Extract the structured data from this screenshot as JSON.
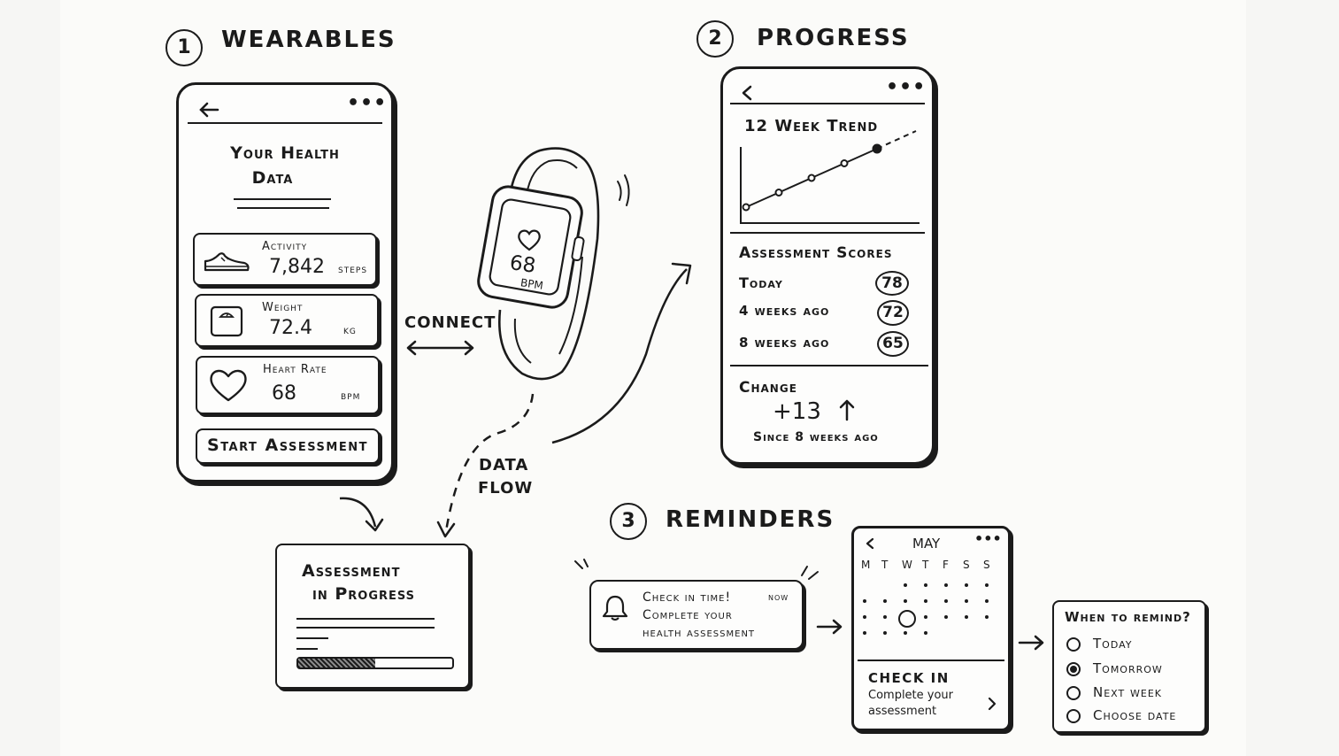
{
  "sections": {
    "wearables": {
      "number": "1",
      "title": "WEARABLES"
    },
    "progress": {
      "number": "2",
      "title": "PROGRESS"
    },
    "reminders": {
      "number": "3",
      "title": "REMINDERS"
    }
  },
  "health_phone": {
    "back_icon": "arrow-left-icon",
    "more_icon": "more-dots-icon",
    "title_line1": "Your Health",
    "title_line2": "Data",
    "metrics": [
      {
        "label": "Activity",
        "value": "7,842",
        "unit": "steps",
        "icon": "shoe-icon"
      },
      {
        "label": "Weight",
        "value": "72.4",
        "unit": "kg",
        "icon": "scale-icon"
      },
      {
        "label": "Heart Rate",
        "value": "68",
        "unit": "bpm",
        "icon": "heart-icon"
      }
    ],
    "button": "Start Assessment"
  },
  "connect_label": "CONNECT",
  "watch": {
    "bpm_value": "68",
    "bpm_unit": "BPM"
  },
  "data_flow": {
    "line1": "DATA",
    "line2": "FLOW"
  },
  "assessment_card": {
    "title_line1": "Assessment",
    "title_line2": "in Progress",
    "progress": 0.5
  },
  "progress_phone": {
    "chart_title": "12 Week Trend",
    "chart_data": {
      "type": "line",
      "title": "12 Week Trend",
      "points": [
        1,
        2,
        3,
        4,
        5
      ],
      "projection": "dashed continuation after last point"
    },
    "scores_title": "Assessment Scores",
    "scores": [
      {
        "label": "Today",
        "value": "78"
      },
      {
        "label": "4 weeks ago",
        "value": "72"
      },
      {
        "label": "8 weeks ago",
        "value": "65"
      }
    ],
    "change_label": "Change",
    "change_value": "+13",
    "change_since": "Since 8 weeks ago"
  },
  "notification": {
    "title": "Check in time!",
    "time": "now",
    "line2": "Complete your",
    "line3": "health assessment"
  },
  "calendar": {
    "month": "MAY",
    "weekdays": [
      "M",
      "T",
      "W",
      "T",
      "F",
      "S",
      "S"
    ],
    "checkin_title": "CHECK IN",
    "checkin_line1": "Complete your",
    "checkin_line2": "assessment"
  },
  "remind": {
    "title": "When to remind?",
    "options": [
      {
        "label": "Today",
        "selected": false
      },
      {
        "label": "Tomorrow",
        "selected": true
      },
      {
        "label": "Next week",
        "selected": false
      },
      {
        "label": "Choose date",
        "selected": false
      }
    ]
  }
}
